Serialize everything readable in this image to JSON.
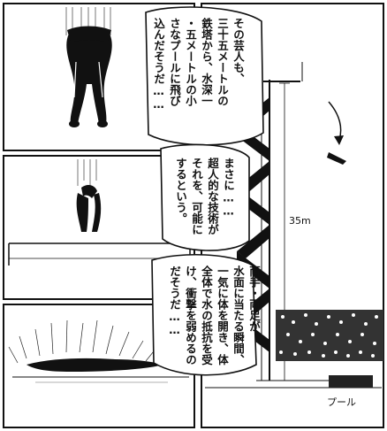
{
  "bubbles": {
    "b1": {
      "lines": [
        "その芸人も、",
        "三十五メートルの",
        "鉄塔から、水深一",
        "・五メートルの小",
        "さなプールに飛び",
        "込んだそうだ……"
      ]
    },
    "b2": {
      "lines": [
        "まさに……",
        "超人的な技術が",
        "それを、可能に",
        "するという。"
      ]
    },
    "b3": {
      "lines": [
        "両手・両足が",
        "水面に当たる瞬間、",
        "一気に体を開き、体",
        "全体で水の抵抗を受",
        "け、衝撃を弱めるの",
        "だそうだ……"
      ]
    }
  },
  "labels": {
    "height": "35m",
    "pool": "プール"
  }
}
